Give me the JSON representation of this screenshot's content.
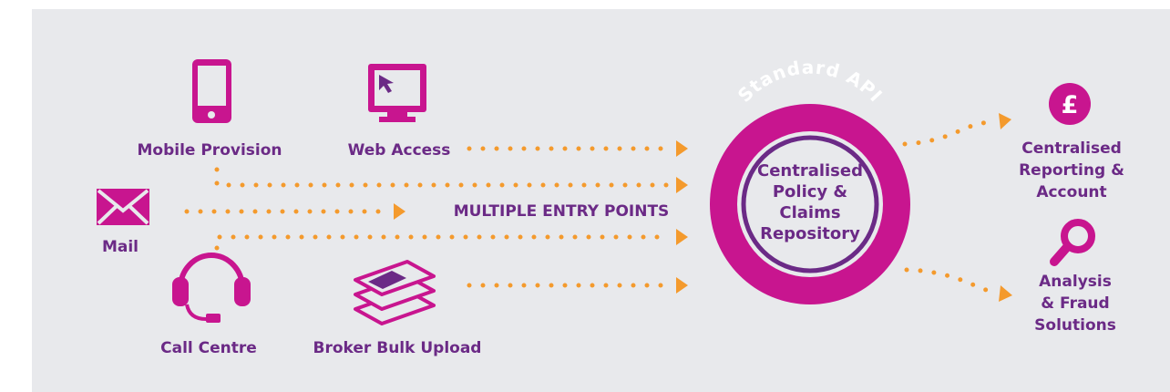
{
  "colors": {
    "purple": "#6b2a86",
    "magenta": "#c8158f",
    "orange": "#f49a2d",
    "background": "#e8e9ec"
  },
  "entry_points": {
    "mobile": {
      "label": "Mobile Provision",
      "icon": "mobile-phone-icon"
    },
    "web": {
      "label": "Web Access",
      "icon": "monitor-cursor-icon"
    },
    "mail": {
      "label": "Mail",
      "icon": "envelope-icon"
    },
    "call": {
      "label": "Call Centre",
      "icon": "headset-icon"
    },
    "broker": {
      "label": "Broker Bulk Upload",
      "icon": "stacked-layers-icon"
    }
  },
  "middle_label": "MULTIPLE ENTRY POINTS",
  "hub": {
    "ring_label": "Standard API",
    "center_lines": [
      "Centralised",
      "Policy &",
      "Claims",
      "Repository"
    ]
  },
  "outputs": {
    "reporting": {
      "lines": [
        "Centralised",
        "Reporting &",
        "Account"
      ],
      "icon": "pound-coin-icon"
    },
    "analysis": {
      "lines": [
        "Analysis",
        "& Fraud",
        "Solutions"
      ],
      "icon": "magnifier-icon"
    }
  }
}
